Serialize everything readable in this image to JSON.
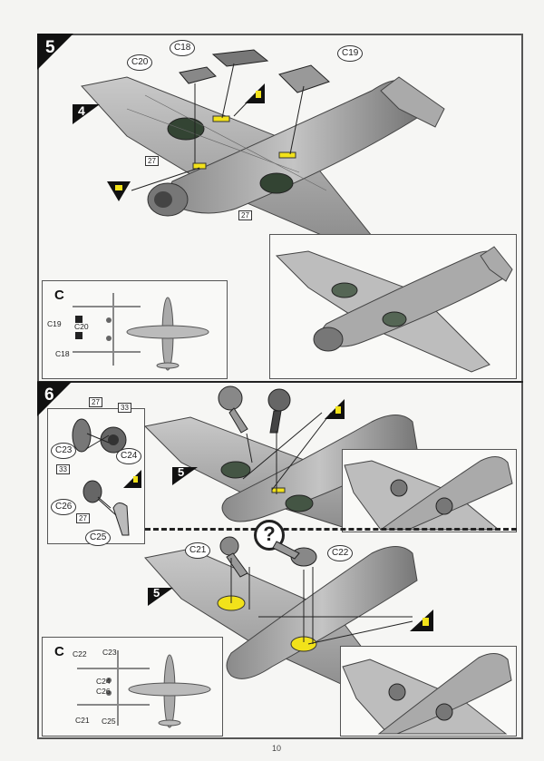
{
  "page_number": "10",
  "step5": {
    "number": "5",
    "sub_ref": "4",
    "callouts": {
      "c20": "C20",
      "c18": "C18",
      "c19": "C19"
    },
    "glue_numbers": {
      "a": "27",
      "b": "27"
    },
    "sprue": {
      "letter": "C",
      "labels": {
        "c19": "C19",
        "c20": "C20",
        "c18": "C18"
      }
    }
  },
  "step6": {
    "number": "6",
    "subassembly": {
      "callouts": {
        "c23": "C23",
        "c24": "C24",
        "c26": "C26",
        "c25": "C25"
      },
      "glue_numbers": {
        "a": "27",
        "b": "33",
        "c": "33",
        "d": "27"
      }
    },
    "sub_ref_a": "5",
    "sub_ref_b": "5",
    "callouts": {
      "c21": "C21",
      "c22": "C22"
    },
    "question_mark": "?",
    "sprue": {
      "letter": "C",
      "labels": {
        "c22": "C22",
        "c23": "C23",
        "c24": "C24",
        "c26": "C26",
        "c21": "C21",
        "c25": "C25"
      }
    }
  }
}
